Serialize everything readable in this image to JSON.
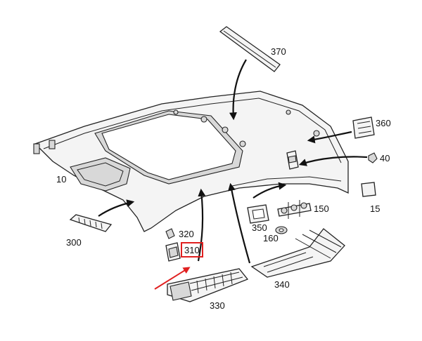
{
  "diagram": {
    "parts": [
      {
        "id": "p10",
        "label": "10"
      },
      {
        "id": "p15",
        "label": "15"
      },
      {
        "id": "p40",
        "label": "40"
      },
      {
        "id": "p150",
        "label": "150"
      },
      {
        "id": "p160",
        "label": "160"
      },
      {
        "id": "p300",
        "label": "300"
      },
      {
        "id": "p310",
        "label": "310",
        "highlighted": true
      },
      {
        "id": "p320",
        "label": "320"
      },
      {
        "id": "p330",
        "label": "330"
      },
      {
        "id": "p340",
        "label": "340"
      },
      {
        "id": "p350",
        "label": "350"
      },
      {
        "id": "p360",
        "label": "360"
      },
      {
        "id": "p370",
        "label": "370"
      }
    ],
    "highlight_color": "#e02020",
    "line_color": "#222222"
  }
}
